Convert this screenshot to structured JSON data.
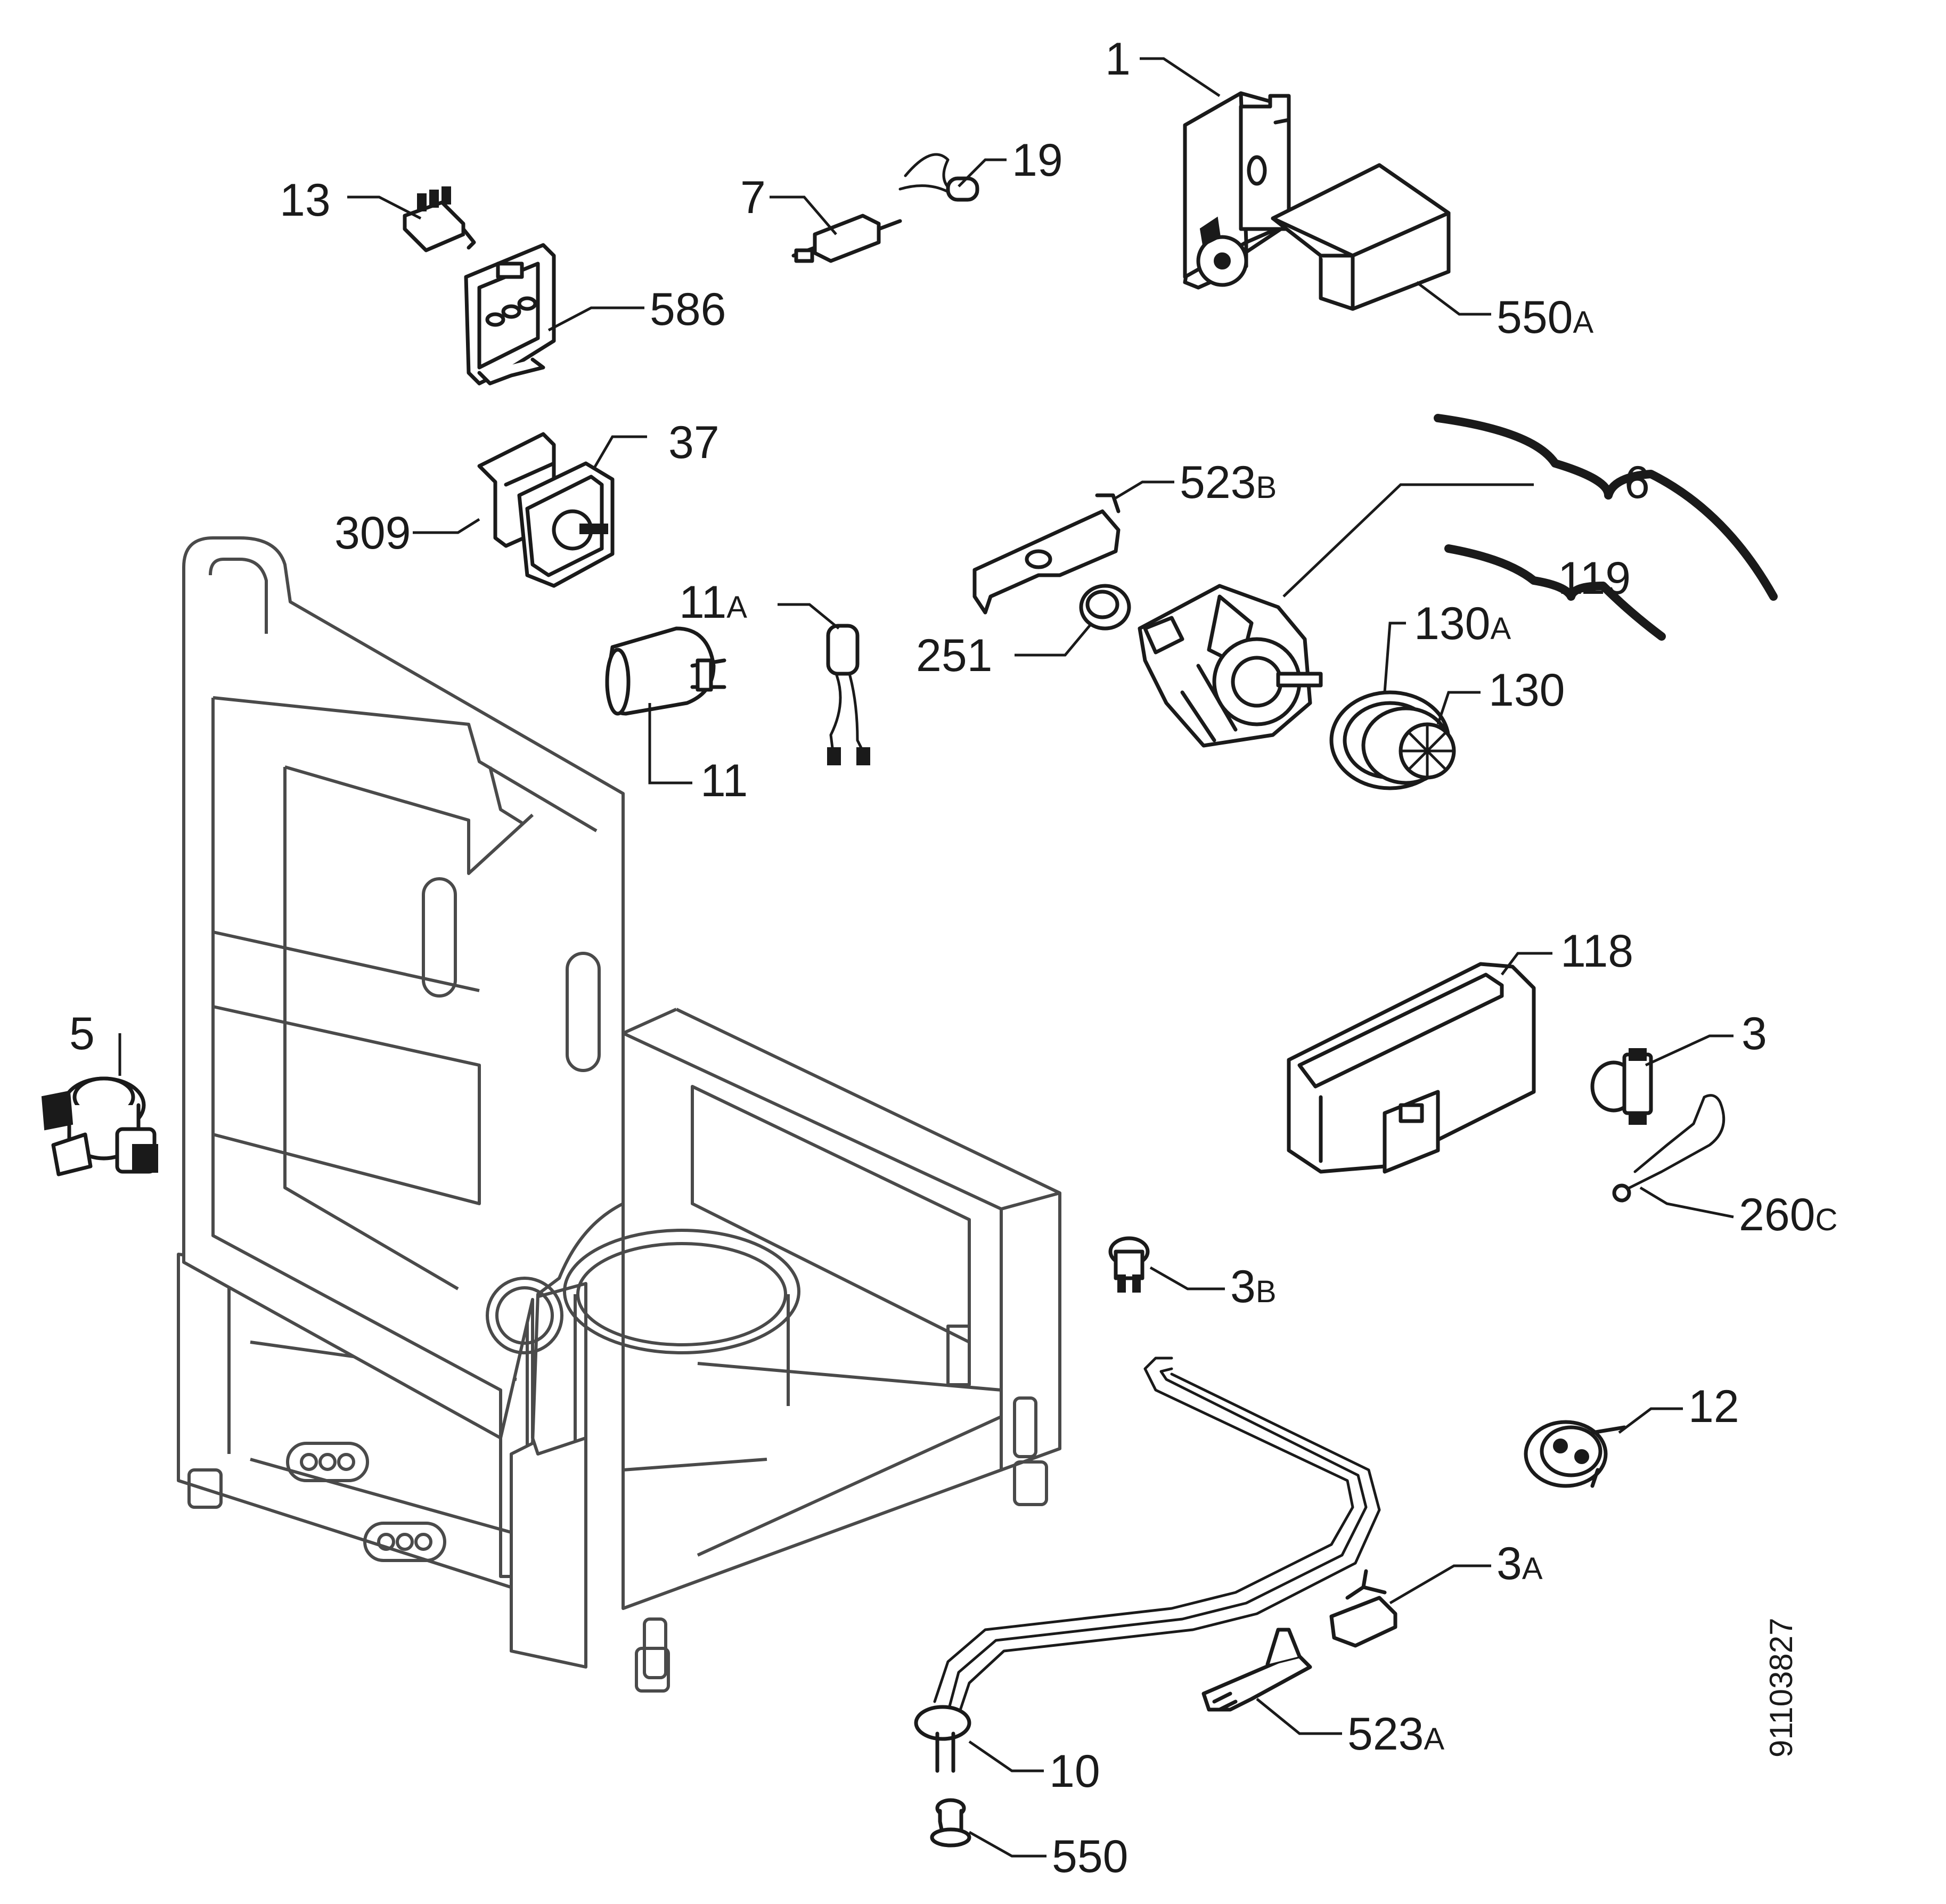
{
  "document_number": "91103827",
  "callouts": {
    "c1": {
      "main": "1",
      "suffix": ""
    },
    "c13": {
      "main": "13",
      "suffix": ""
    },
    "c7": {
      "main": "7",
      "suffix": ""
    },
    "c19": {
      "main": "19",
      "suffix": ""
    },
    "c586": {
      "main": "586",
      "suffix": ""
    },
    "c550a": {
      "main": "550",
      "suffix": "A"
    },
    "c37": {
      "main": "37",
      "suffix": ""
    },
    "c309": {
      "main": "309",
      "suffix": ""
    },
    "c523b": {
      "main": "523",
      "suffix": "B"
    },
    "c6": {
      "main": "6",
      "suffix": ""
    },
    "c119": {
      "main": "119",
      "suffix": ""
    },
    "c11a": {
      "main": "11",
      "suffix": "A"
    },
    "c251": {
      "main": "251",
      "suffix": ""
    },
    "c130a": {
      "main": "130",
      "suffix": "A"
    },
    "c130": {
      "main": "130",
      "suffix": ""
    },
    "c11": {
      "main": "11",
      "suffix": ""
    },
    "c118": {
      "main": "118",
      "suffix": ""
    },
    "c5": {
      "main": "5",
      "suffix": ""
    },
    "c3": {
      "main": "3",
      "suffix": ""
    },
    "c260c": {
      "main": "260",
      "suffix": "C"
    },
    "c3b": {
      "main": "3",
      "suffix": "B"
    },
    "c12": {
      "main": "12",
      "suffix": ""
    },
    "c3a": {
      "main": "3",
      "suffix": "A"
    },
    "c523a": {
      "main": "523",
      "suffix": "A"
    },
    "c10": {
      "main": "10",
      "suffix": ""
    },
    "c550": {
      "main": "550",
      "suffix": ""
    }
  }
}
